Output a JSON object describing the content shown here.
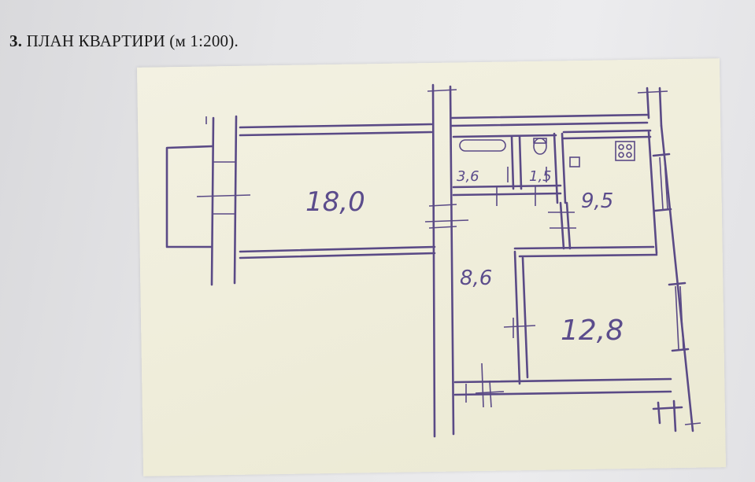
{
  "document": {
    "heading_number": "3.",
    "heading_text": "ПЛАН КВАРТИРИ (м 1:200)."
  },
  "floor_plan": {
    "rooms": [
      {
        "id": "room-living",
        "area_label": "18,0"
      },
      {
        "id": "room-bath",
        "area_label": "3,6"
      },
      {
        "id": "room-wc",
        "area_label": "1,5"
      },
      {
        "id": "room-kitchen",
        "area_label": "9,5"
      },
      {
        "id": "room-hall",
        "area_label": "8,6"
      },
      {
        "id": "room-bedroom",
        "area_label": "12,8"
      }
    ],
    "ink_color": "#5a4a86",
    "paper_color": "#f1efdd"
  }
}
